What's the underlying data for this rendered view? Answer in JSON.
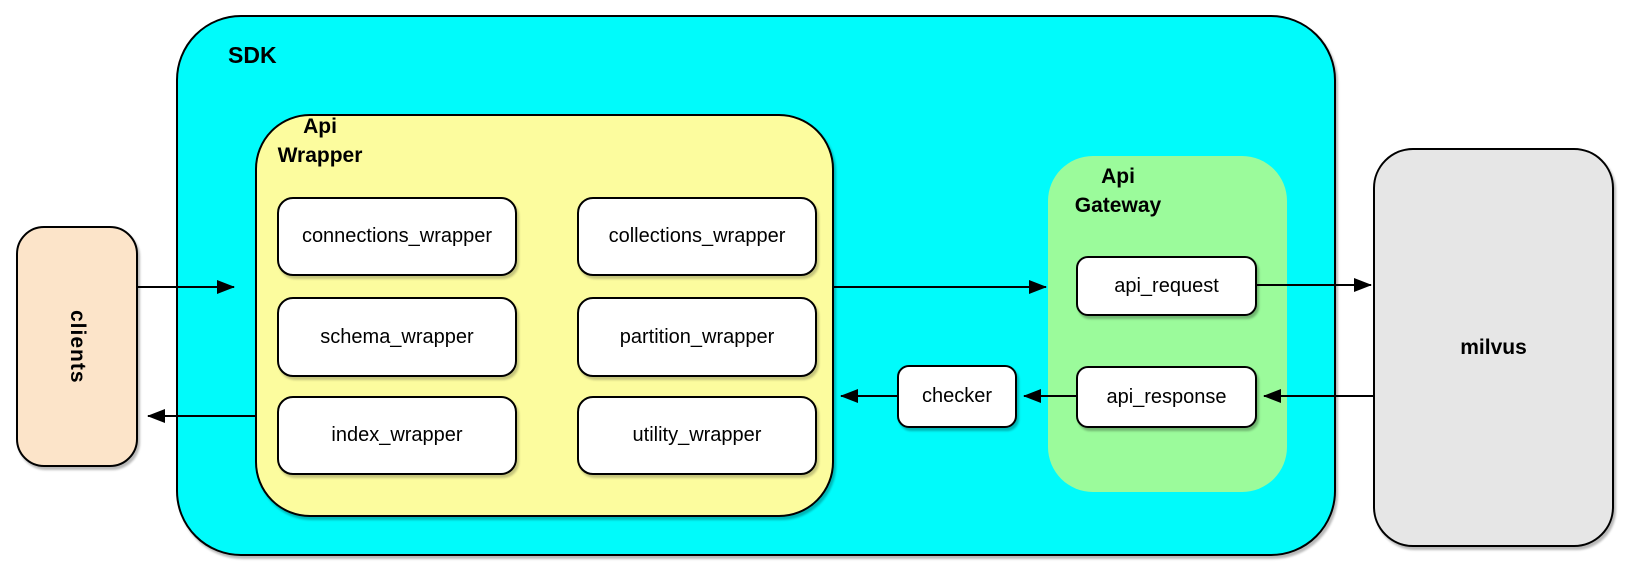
{
  "clients": {
    "label": "clients"
  },
  "sdk": {
    "label": "SDK"
  },
  "api_wrapper": {
    "title": "Api\nWrapper",
    "modules": [
      {
        "label": "connections_wrapper"
      },
      {
        "label": "collections_wrapper"
      },
      {
        "label": "schema_wrapper"
      },
      {
        "label": "partition_wrapper"
      },
      {
        "label": "index_wrapper"
      },
      {
        "label": "utility_wrapper"
      }
    ]
  },
  "checker": {
    "label": "checker"
  },
  "api_gateway": {
    "title": "Api\nGateway",
    "request": {
      "label": "api_request"
    },
    "response": {
      "label": "api_response"
    }
  },
  "milvus": {
    "label": "milvus"
  },
  "colors": {
    "sdk_fill": "#00FBFB",
    "api_wrapper_fill": "#FCFC9E",
    "api_gateway_fill": "#9BFB9B",
    "clients_fill": "#FCE4C9",
    "milvus_fill": "#E6E6E6",
    "module_fill": "#FFFFFF",
    "stroke": "#000000"
  }
}
